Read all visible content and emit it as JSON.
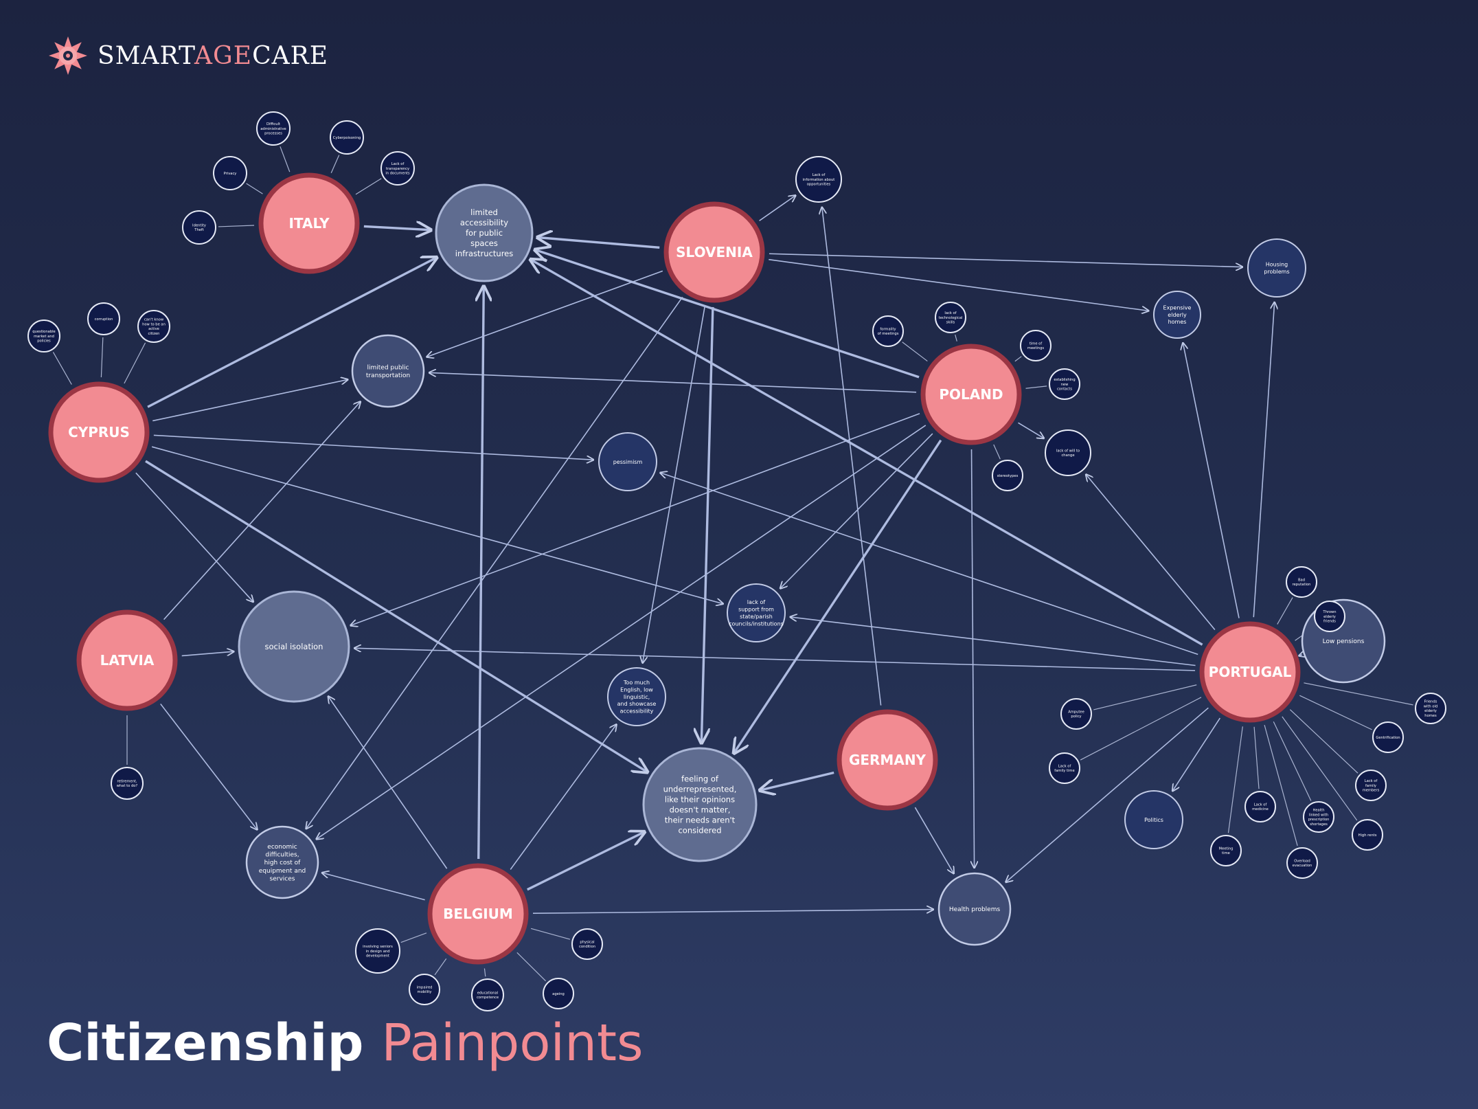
{
  "brand": {
    "name_part1": "SMART",
    "name_part2": "AGE",
    "name_part3": "CARE",
    "icon": "lotus-icon"
  },
  "title": {
    "part1": "Citizenship",
    "part2": "Painpoints"
  },
  "colors": {
    "country": "#f28b92",
    "country_ring": "#9b3644",
    "accent": "#f28b92",
    "edge": "#aebbe0"
  },
  "countries": [
    {
      "id": "italy",
      "label": "ITALY"
    },
    {
      "id": "slovenia",
      "label": "SLOVENIA"
    },
    {
      "id": "cyprus",
      "label": "CYPRUS"
    },
    {
      "id": "poland",
      "label": "POLAND"
    },
    {
      "id": "latvia",
      "label": "LATVIA"
    },
    {
      "id": "portugal",
      "label": "PORTUGAL"
    },
    {
      "id": "germany",
      "label": "GERMANY"
    },
    {
      "id": "belgium",
      "label": "BELGIUM"
    }
  ],
  "painpoints": [
    {
      "id": "accessibility",
      "label": "limited accessibility for public spaces infrastructures"
    },
    {
      "id": "transport",
      "label": "limited public transportation"
    },
    {
      "id": "pessimism",
      "label": "pessimism"
    },
    {
      "id": "isolation",
      "label": "social isolation"
    },
    {
      "id": "support",
      "label": "lack of support from state/parish councils/institutions"
    },
    {
      "id": "english",
      "label": "Too much English, low linguistic, and showcase accessibility"
    },
    {
      "id": "underrep",
      "label": "feeling of underrepresented, like their opinions doesn't matter, their needs aren't considered"
    },
    {
      "id": "economic",
      "label": "economic difficulties, high cost of equipment and services"
    },
    {
      "id": "health",
      "label": "Health problems"
    },
    {
      "id": "housing",
      "label": "Housing problems"
    },
    {
      "id": "expensive",
      "label": "Expensive elderly homes"
    },
    {
      "id": "lackinfo",
      "label": "Lack of information about opportunities"
    },
    {
      "id": "lackwill",
      "label": "lack of will to change"
    },
    {
      "id": "pensions",
      "label": "Low pensions"
    },
    {
      "id": "politics",
      "label": "Politics"
    }
  ],
  "satellites": [
    {
      "id": "it1",
      "label": "Identity Theft"
    },
    {
      "id": "it2",
      "label": "Privacy"
    },
    {
      "id": "it3",
      "label": "Difficult administrative processes"
    },
    {
      "id": "it4",
      "label": "Cyberpoisoning"
    },
    {
      "id": "it5",
      "label": "Lack of transparency in documents"
    },
    {
      "id": "cy1",
      "label": "questionable market and policies"
    },
    {
      "id": "cy2",
      "label": "corruption"
    },
    {
      "id": "cy3",
      "label": "can't know how to be an active citizen"
    },
    {
      "id": "pl1",
      "label": "formality of meetings"
    },
    {
      "id": "pl2",
      "label": "lack of technological skills"
    },
    {
      "id": "pl3",
      "label": "time of meetings"
    },
    {
      "id": "pl4",
      "label": "establishing new contacts"
    },
    {
      "id": "pl5",
      "label": "stereotypes"
    },
    {
      "id": "lv1",
      "label": "retirement, what to do?"
    },
    {
      "id": "be1",
      "label": "involving seniors in design and development"
    },
    {
      "id": "be2",
      "label": "physical condition"
    },
    {
      "id": "be3",
      "label": "impaired mobility"
    },
    {
      "id": "be4",
      "label": "educational competence"
    },
    {
      "id": "be5",
      "label": "ageing"
    },
    {
      "id": "pt1",
      "label": "Bad reputation"
    },
    {
      "id": "pt2",
      "label": "Thrown elderly friends"
    },
    {
      "id": "pt3",
      "label": "Friends with old elderly homes"
    },
    {
      "id": "pt4",
      "label": "Gentrification"
    },
    {
      "id": "pt5",
      "label": "Lack of family members"
    },
    {
      "id": "pt6",
      "label": "High rents"
    },
    {
      "id": "pt7",
      "label": "Health linked with prescription shortages"
    },
    {
      "id": "pt8",
      "label": "Overload evacuation"
    },
    {
      "id": "pt9",
      "label": "Lack of medicine"
    },
    {
      "id": "pt10",
      "label": "Meeting time"
    },
    {
      "id": "pt11",
      "label": "Lack of family time"
    },
    {
      "id": "pt12",
      "label": "Amputee policy"
    }
  ]
}
